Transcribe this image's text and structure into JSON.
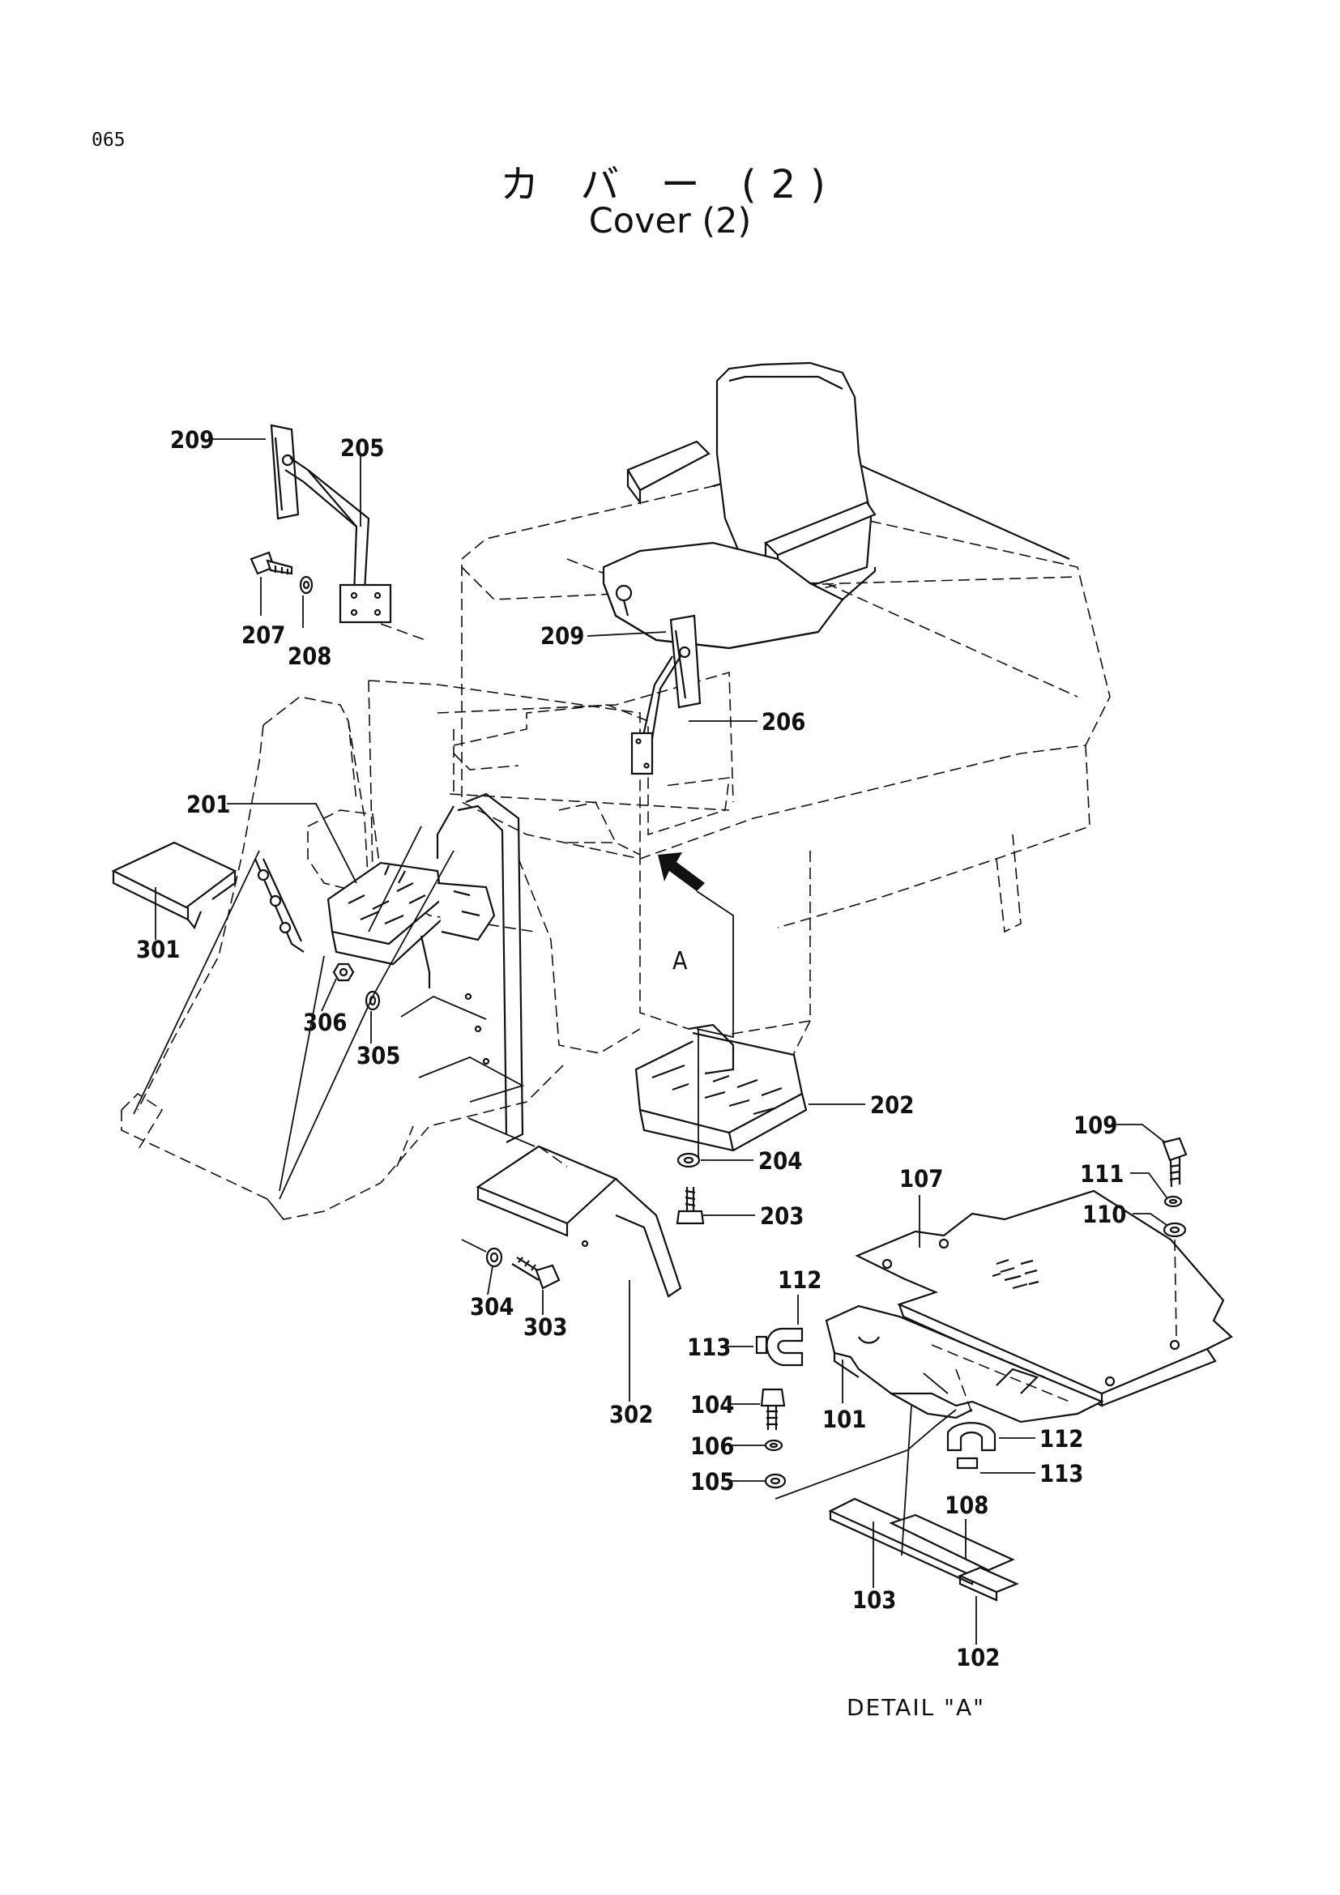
{
  "page": {
    "number": "065"
  },
  "title": {
    "japanese": "カ バ ー (2)",
    "english": "Cover (2)"
  },
  "view_marker": "A",
  "detail_caption": "DETAIL  \"A\"",
  "callouts": [
    {
      "id": "c209a",
      "label": "209"
    },
    {
      "id": "c205",
      "label": "205"
    },
    {
      "id": "c207",
      "label": "207"
    },
    {
      "id": "c208",
      "label": "208"
    },
    {
      "id": "c209b",
      "label": "209"
    },
    {
      "id": "c206",
      "label": "206"
    },
    {
      "id": "c201",
      "label": "201"
    },
    {
      "id": "c301",
      "label": "301"
    },
    {
      "id": "c306",
      "label": "306"
    },
    {
      "id": "c305",
      "label": "305"
    },
    {
      "id": "c202",
      "label": "202"
    },
    {
      "id": "c204",
      "label": "204"
    },
    {
      "id": "c203",
      "label": "203"
    },
    {
      "id": "c304",
      "label": "304"
    },
    {
      "id": "c303",
      "label": "303"
    },
    {
      "id": "c302",
      "label": "302"
    },
    {
      "id": "c107",
      "label": "107"
    },
    {
      "id": "c109",
      "label": "109"
    },
    {
      "id": "c111",
      "label": "111"
    },
    {
      "id": "c110",
      "label": "110"
    },
    {
      "id": "c112a",
      "label": "112"
    },
    {
      "id": "c113a",
      "label": "113"
    },
    {
      "id": "c104",
      "label": "104"
    },
    {
      "id": "c101",
      "label": "101"
    },
    {
      "id": "c106",
      "label": "106"
    },
    {
      "id": "c105",
      "label": "105"
    },
    {
      "id": "c112b",
      "label": "112"
    },
    {
      "id": "c113b",
      "label": "113"
    },
    {
      "id": "c108",
      "label": "108"
    },
    {
      "id": "c103",
      "label": "103"
    },
    {
      "id": "c102",
      "label": "102"
    }
  ]
}
